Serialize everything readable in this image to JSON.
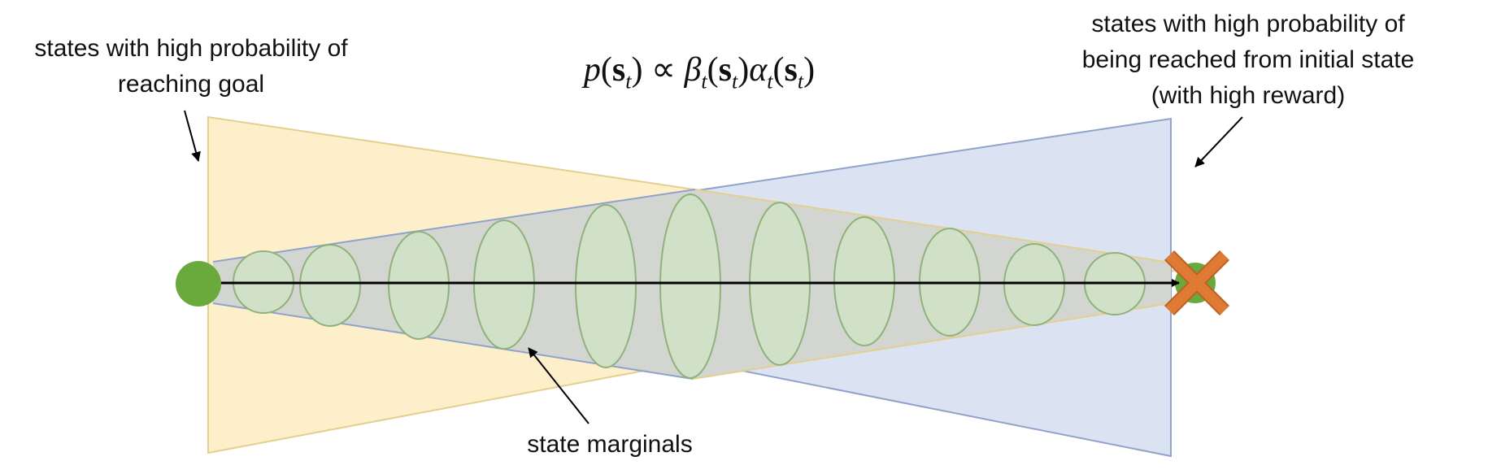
{
  "captions": {
    "left_line1": "states with high probability of",
    "left_line2": "reaching goal",
    "right_line1": "states with high probability of",
    "right_line2": "being reached from initial state",
    "right_line3": "(with high reward)",
    "bottom": "state marginals"
  },
  "formula": {
    "p": "p",
    "s": "s",
    "t": "t",
    "prop": "∝",
    "beta": "β",
    "alpha": "α",
    "open": "(",
    "close": ")"
  },
  "colors": {
    "backward_triangle": "#fcefc9",
    "backward_edge": "#e4cf8e",
    "forward_triangle": "#dbe2f1",
    "forward_edge": "#8fa3cb",
    "overlap_region": "#d3d6d0",
    "marginal_fill": "#d1e1c8",
    "marginal_edge": "#8fb27b",
    "start_node": "#6aaa3d",
    "goal_node": "#6aaa3d",
    "goal_cross": "#e07b35",
    "goal_cross_edge": "#b8621f",
    "trajectory": "#000000"
  },
  "icons": {
    "start": "start-node",
    "goal": "goal-cross-icon"
  }
}
